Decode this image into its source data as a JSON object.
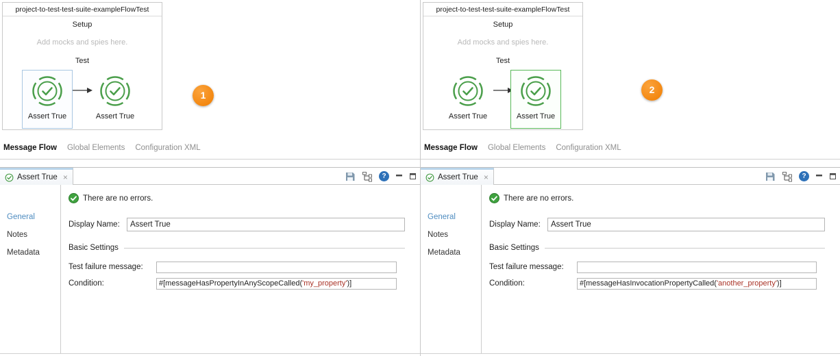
{
  "icons": {
    "help_glyph": "?",
    "close_glyph": "×"
  },
  "colors": {
    "accent_orange": "#F5831F",
    "mule_green": "#4A9E4A",
    "selected_nav_blue": "#4E8CC0",
    "expression_string_red": "#A93226",
    "help_blue": "#2E71B8"
  },
  "panels": [
    {
      "badge": "1",
      "flow": {
        "title": "project-to-test-test-suite-exampleFlowTest",
        "setup_label": "Setup",
        "setup_hint": "Add mocks and spies here.",
        "test_label": "Test",
        "component1_label": "Assert True",
        "component2_label": "Assert True"
      },
      "canvas_tabs": {
        "message_flow": "Message Flow",
        "global_elements": "Global Elements",
        "configuration_xml": "Configuration XML"
      },
      "properties": {
        "tab_label": "Assert True",
        "no_errors_text": "There are no errors.",
        "nav": {
          "general": "General",
          "notes": "Notes",
          "metadata": "Metadata"
        },
        "display_name_label": "Display Name:",
        "display_name_value": "Assert True",
        "basic_settings_label": "Basic Settings",
        "failure_label": "Test failure message:",
        "failure_value": "",
        "condition_label": "Condition:",
        "condition_prefix": "#[messageHasPropertyInAnyScopeCalled(",
        "condition_string": "'my_property'",
        "condition_suffix": ")]"
      }
    },
    {
      "badge": "2",
      "flow": {
        "title": "project-to-test-test-suite-exampleFlowTest",
        "setup_label": "Setup",
        "setup_hint": "Add mocks and spies here.",
        "test_label": "Test",
        "component1_label": "Assert True",
        "component2_label": "Assert True"
      },
      "canvas_tabs": {
        "message_flow": "Message Flow",
        "global_elements": "Global Elements",
        "configuration_xml": "Configuration XML"
      },
      "properties": {
        "tab_label": "Assert True",
        "no_errors_text": "There are no errors.",
        "nav": {
          "general": "General",
          "notes": "Notes",
          "metadata": "Metadata"
        },
        "display_name_label": "Display Name:",
        "display_name_value": "Assert True",
        "basic_settings_label": "Basic Settings",
        "failure_label": "Test failure message:",
        "failure_value": "",
        "condition_label": "Condition:",
        "condition_prefix": "#[messageHasInvocationPropertyCalled(",
        "condition_string": "'another_property'",
        "condition_suffix": ")]"
      }
    }
  ]
}
